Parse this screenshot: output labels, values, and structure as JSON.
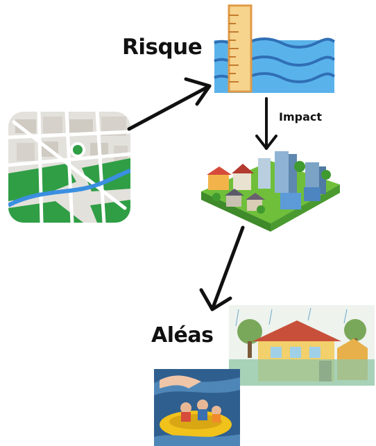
{
  "labels": {
    "risque": "Risque",
    "impact": "Impact",
    "aleas": "Aléas"
  },
  "icons": {
    "map": "city-map-icon",
    "water_gauge": "flood-water-gauge-icon",
    "city": "isometric-city-icon",
    "flooded_house": "flooded-house-icon",
    "rescue_boat": "rescue-boat-icon"
  },
  "colors": {
    "arrow": "#111111",
    "water": "#4ba6e0",
    "map_green": "#2f9e45",
    "ground_green": "#6fbf3a"
  }
}
